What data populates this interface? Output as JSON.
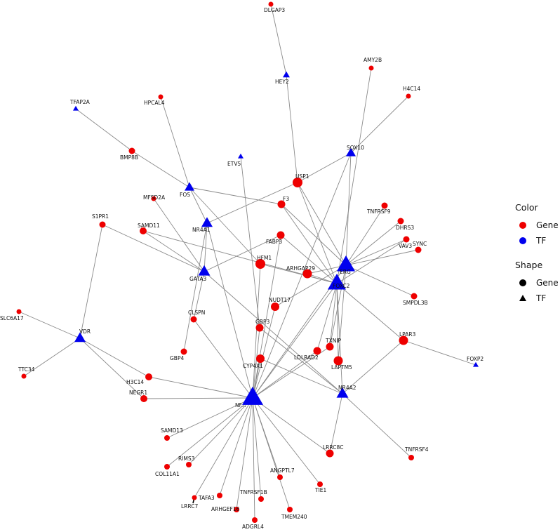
{
  "colors": {
    "gene": "#ee0000",
    "tf": "#0000ee",
    "edge": "#8a8a8a",
    "legend_symbol": "#000000"
  },
  "legend": {
    "color_title": "Color",
    "color_items": [
      {
        "label": "Gene",
        "color": "#ee0000"
      },
      {
        "label": "TF",
        "color": "#0000ee"
      }
    ],
    "shape_title": "Shape",
    "shape_items": [
      {
        "label": "Gene",
        "shape": "circle"
      },
      {
        "label": "TF",
        "shape": "triangle"
      }
    ]
  },
  "nodes": [
    {
      "id": "DLGAP3",
      "type": "Gene",
      "label": "DLGAP3"
    },
    {
      "id": "HEY2",
      "type": "TF",
      "label": "HEY2"
    },
    {
      "id": "AMY2B",
      "type": "Gene",
      "label": "AMY2B"
    },
    {
      "id": "H4C14",
      "type": "Gene",
      "label": "H4C14"
    },
    {
      "id": "TFAP2A",
      "type": "TF",
      "label": "TFAP2A"
    },
    {
      "id": "HPCAL4",
      "type": "Gene",
      "label": "HPCAL4"
    },
    {
      "id": "SOX10",
      "type": "TF",
      "label": "SOX10"
    },
    {
      "id": "BMP8B",
      "type": "Gene",
      "label": "BMP8B"
    },
    {
      "id": "ETV5",
      "type": "TF",
      "label": "ETV5"
    },
    {
      "id": "USP1",
      "type": "Gene",
      "label": "USP1"
    },
    {
      "id": "FOS",
      "type": "TF",
      "label": "FOS"
    },
    {
      "id": "MFSD2A",
      "type": "Gene",
      "label": "MFSD2A"
    },
    {
      "id": "F3",
      "type": "Gene",
      "label": "F3"
    },
    {
      "id": "TNFRSF9",
      "type": "Gene",
      "label": "TNFRSF9"
    },
    {
      "id": "S1PR1",
      "type": "Gene",
      "label": "S1PR1"
    },
    {
      "id": "SAMD11",
      "type": "Gene",
      "label": "SAMD11"
    },
    {
      "id": "NR4A1",
      "type": "TF",
      "label": "NR4A1"
    },
    {
      "id": "DHRS3",
      "type": "Gene",
      "label": "DHRS3"
    },
    {
      "id": "FABP3",
      "type": "Gene",
      "label": "FABP3"
    },
    {
      "id": "VAV3",
      "type": "Gene",
      "label": "VAV3"
    },
    {
      "id": "HFM1",
      "type": "Gene",
      "label": "HFM1"
    },
    {
      "id": "SYNC",
      "type": "Gene",
      "label": "SYNC"
    },
    {
      "id": "ARHGAP29",
      "type": "Gene",
      "label": "ARHGAP29"
    },
    {
      "id": "ERG",
      "type": "TF",
      "label": "ERG"
    },
    {
      "id": "GATA3",
      "type": "TF",
      "label": "GATA3"
    },
    {
      "id": "FOXC2",
      "type": "TF",
      "label": "FOXC2"
    },
    {
      "id": "SMPDL3B",
      "type": "Gene",
      "label": "SMPDL3B"
    },
    {
      "id": "NUDT17",
      "type": "Gene",
      "label": "NUDT17"
    },
    {
      "id": "CLSPN",
      "type": "Gene",
      "label": "CLSPN"
    },
    {
      "id": "SLC6A17",
      "type": "Gene",
      "label": "SLC6A17"
    },
    {
      "id": "GBP3",
      "type": "Gene",
      "label": "GBP3"
    },
    {
      "id": "VDR",
      "type": "TF",
      "label": "VDR"
    },
    {
      "id": "TXNIP",
      "type": "Gene",
      "label": "TXNIP"
    },
    {
      "id": "LPAR3",
      "type": "Gene",
      "label": "LPAR3"
    },
    {
      "id": "GBP4",
      "type": "Gene",
      "label": "GBP4"
    },
    {
      "id": "LDLRAD2",
      "type": "Gene",
      "label": "LDLRAD2"
    },
    {
      "id": "CYP4X1",
      "type": "Gene",
      "label": "CYP4X1"
    },
    {
      "id": "LAPTM5",
      "type": "Gene",
      "label": "LAPTM5"
    },
    {
      "id": "TTC34",
      "type": "Gene",
      "label": "TTC34"
    },
    {
      "id": "FOXP2",
      "type": "TF",
      "label": "FOXP2"
    },
    {
      "id": "H3C14",
      "type": "Gene",
      "label": "H3C14"
    },
    {
      "id": "NR4A2",
      "type": "TF",
      "label": "NR4A2"
    },
    {
      "id": "NEGR1",
      "type": "Gene",
      "label": "NEGR1"
    },
    {
      "id": "NFE2L1",
      "type": "TF",
      "label": "NF..."
    },
    {
      "id": "SAMD13",
      "type": "Gene",
      "label": "SAMD13"
    },
    {
      "id": "LRRC8C",
      "type": "Gene",
      "label": "LRRC8C"
    },
    {
      "id": "RIMS3",
      "type": "Gene",
      "label": "RIMS3"
    },
    {
      "id": "TNFRSF4",
      "type": "Gene",
      "label": "TNFRSF4"
    },
    {
      "id": "COL11A1",
      "type": "Gene",
      "label": "COL11A1"
    },
    {
      "id": "ANGPTL7",
      "type": "Gene",
      "label": "ANGPTL7"
    },
    {
      "id": "TIE1",
      "type": "Gene",
      "label": "TIE1"
    },
    {
      "id": "TAFA3",
      "type": "Gene",
      "label": "TAFA3"
    },
    {
      "id": "LRRC7",
      "type": "Gene",
      "label": "LRRC7"
    },
    {
      "id": "TNFRSF1B",
      "type": "Gene",
      "label": "TNFRSF1B"
    },
    {
      "id": "ARHGEF16",
      "type": "Gene",
      "label": "ARHGEF16"
    },
    {
      "id": "TMEM240",
      "type": "Gene",
      "label": "TMEM240"
    },
    {
      "id": "ADGRL4",
      "type": "Gene",
      "label": "ADGRL4"
    }
  ],
  "edges": [
    [
      "HEY2",
      "DLGAP3"
    ],
    [
      "TFAP2A",
      "BMP8B"
    ],
    [
      "BMP8B",
      "FOS"
    ],
    [
      "HPCAL4",
      "FOS"
    ],
    [
      "FOS",
      "F3"
    ],
    [
      "FOS",
      "NR4A1"
    ],
    [
      "FOS",
      "HFM1"
    ],
    [
      "USP1",
      "HEY2"
    ],
    [
      "USP1",
      "SOX10"
    ],
    [
      "USP1",
      "NR4A1"
    ],
    [
      "USP1",
      "ERG"
    ],
    [
      "USP1",
      "FOXC2"
    ],
    [
      "SOX10",
      "H4C14"
    ],
    [
      "SOX10",
      "ERG"
    ],
    [
      "SOX10",
      "NFE2L1"
    ],
    [
      "AMY2B",
      "FOXC2"
    ],
    [
      "ETV5",
      "GBP3"
    ],
    [
      "F3",
      "ERG"
    ],
    [
      "F3",
      "FOXC2"
    ],
    [
      "MFSD2A",
      "GATA3"
    ],
    [
      "SAMD11",
      "FOXC2"
    ],
    [
      "SAMD11",
      "GATA3"
    ],
    [
      "NR4A1",
      "GATA3"
    ],
    [
      "NR4A1",
      "GBP4"
    ],
    [
      "NR4A1",
      "NFE2L1"
    ],
    [
      "S1PR1",
      "VDR"
    ],
    [
      "S1PR1",
      "GATA3"
    ],
    [
      "GATA3",
      "FABP3"
    ],
    [
      "GATA3",
      "NR4A2"
    ],
    [
      "GATA3",
      "CLSPN"
    ],
    [
      "FABP3",
      "FOXC2"
    ],
    [
      "HFM1",
      "NFE2L1"
    ],
    [
      "HFM1",
      "FOXC2"
    ],
    [
      "ARHGAP29",
      "ERG"
    ],
    [
      "ARHGAP29",
      "FOXC2"
    ],
    [
      "NUDT17",
      "ERG"
    ],
    [
      "NUDT17",
      "NFE2L1"
    ],
    [
      "TNFRSF9",
      "ERG"
    ],
    [
      "DHRS3",
      "ERG"
    ],
    [
      "VAV3",
      "ERG"
    ],
    [
      "VAV3",
      "FOXC2"
    ],
    [
      "SYNC",
      "ERG"
    ],
    [
      "SMPDL3B",
      "ERG"
    ],
    [
      "ERG",
      "NFE2L1"
    ],
    [
      "ERG",
      "TXNIP"
    ],
    [
      "ERG",
      "LAPTM5"
    ],
    [
      "FOXC2",
      "NFE2L1"
    ],
    [
      "FOXC2",
      "LPAR3"
    ],
    [
      "FOXC2",
      "LDLRAD2"
    ],
    [
      "FOXC2",
      "TXNIP"
    ],
    [
      "FOXC2",
      "LAPTM5"
    ],
    [
      "FOXC2",
      "NR4A2"
    ],
    [
      "CLSPN",
      "NFE2L1"
    ],
    [
      "GBP3",
      "NR4A2"
    ],
    [
      "GBP3",
      "NFE2L1"
    ],
    [
      "CYP4X1",
      "NR4A2"
    ],
    [
      "LDLRAD2",
      "NFE2L1"
    ],
    [
      "TXNIP",
      "NFE2L1"
    ],
    [
      "LPAR3",
      "NR4A2"
    ],
    [
      "LPAR3",
      "FOXP2"
    ],
    [
      "SLC6A17",
      "VDR"
    ],
    [
      "VDR",
      "TTC34"
    ],
    [
      "VDR",
      "NEGR1"
    ],
    [
      "VDR",
      "H3C14"
    ],
    [
      "H3C14",
      "NFE2L1"
    ],
    [
      "NEGR1",
      "NFE2L1"
    ],
    [
      "NR4A2",
      "LRRC8C"
    ],
    [
      "NR4A2",
      "TNFRSF4"
    ],
    [
      "NFE2L1",
      "SAMD13"
    ],
    [
      "NFE2L1",
      "RIMS3"
    ],
    [
      "NFE2L1",
      "COL11A1"
    ],
    [
      "NFE2L1",
      "LRRC8C"
    ],
    [
      "NFE2L1",
      "ANGPTL7"
    ],
    [
      "NFE2L1",
      "TIE1"
    ],
    [
      "NFE2L1",
      "TAFA3"
    ],
    [
      "NFE2L1",
      "LRRC7"
    ],
    [
      "NFE2L1",
      "TNFRSF1B"
    ],
    [
      "NFE2L1",
      "ARHGEF16"
    ],
    [
      "NFE2L1",
      "TMEM240"
    ],
    [
      "NFE2L1",
      "ADGRL4"
    ],
    [
      "NFE2L1",
      "CYP4X1"
    ],
    [
      "NFE2L1",
      "FABP3"
    ]
  ]
}
